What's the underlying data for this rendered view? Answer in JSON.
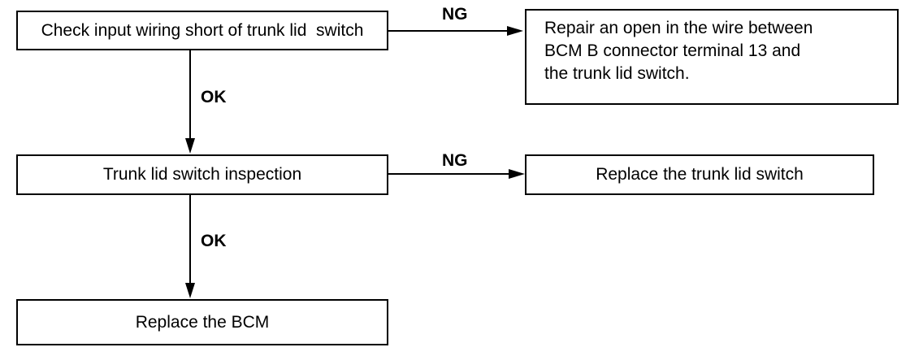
{
  "flowchart": {
    "nodes": {
      "check_input_wiring": "Check input wiring short of trunk lid  switch",
      "repair_open_wire": [
        "Repair an open in the wire between",
        "BCM B connector terminal 13 and",
        "the trunk lid switch."
      ],
      "trunk_lid_switch_inspection": "Trunk lid switch inspection",
      "replace_trunk_lid_switch": "Replace the trunk lid switch",
      "replace_bcm": "Replace the BCM"
    },
    "edge_labels": {
      "check_to_repair": "NG",
      "check_to_inspection": "OK",
      "inspection_to_replace_switch": "NG",
      "inspection_to_replace_bcm": "OK"
    }
  }
}
